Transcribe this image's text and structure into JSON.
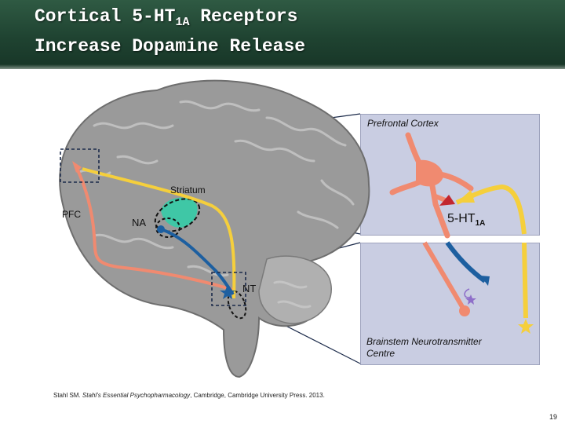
{
  "slide": {
    "title_line1_pre": "Cortical 5-HT",
    "title_line1_sub": "1A",
    "title_line1_post": " Receptors",
    "title_line2": "Increase Dopamine Release",
    "page_number": "19"
  },
  "labels": {
    "prefrontal_cortex": "Prefrontal Cortex",
    "striatum": "Striatum",
    "pfc": "PFC",
    "na": "NA",
    "nt": "NT",
    "receptor_main": "5-HT",
    "receptor_sub": "1A",
    "brainstem_line1": "Brainstem Neurotransmitter",
    "brainstem_line2": "Centre"
  },
  "citation": {
    "pre": "Stahl SM. ",
    "italic": "Stahl’s Essential Psychopharmacology",
    "post": ", Cambridge, Cambridge University Press. 2013."
  },
  "colors": {
    "salmon_neuron": "#f08a70",
    "yellow_neuron": "#f5cf3c",
    "blue_neuron": "#1d5fa0",
    "teal_striatum": "#3fc7a6",
    "panel_bg": "#c9cde2",
    "brain_gray": "#8f8f8f",
    "receptor_red": "#c2262e",
    "purple_star": "#8e6fc9"
  }
}
